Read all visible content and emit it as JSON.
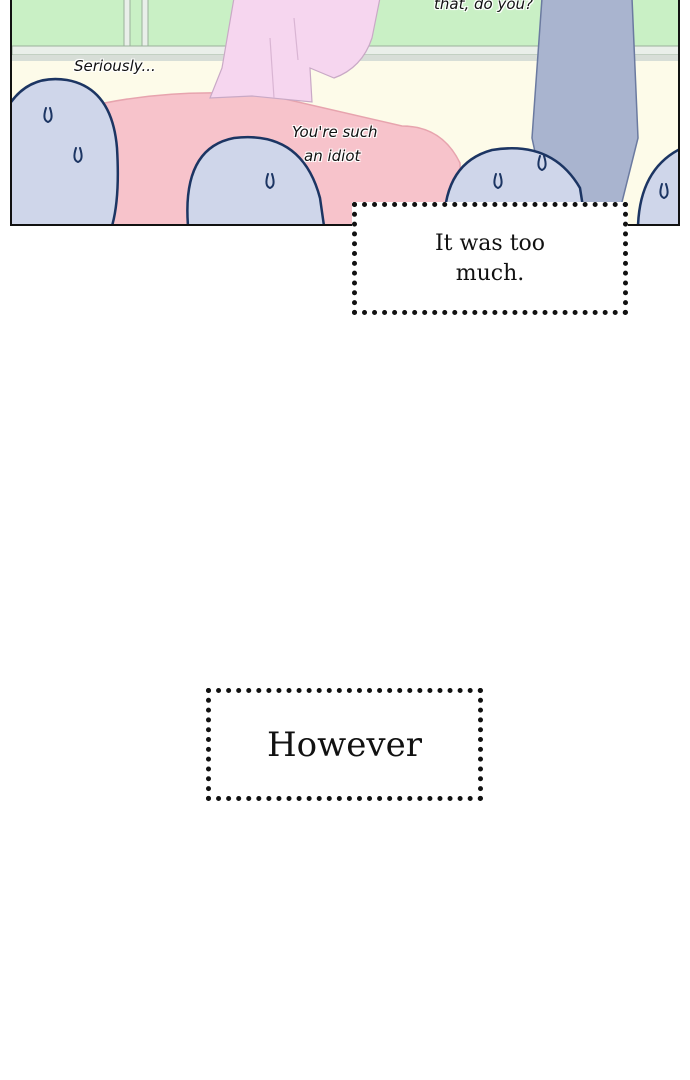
{
  "panel": {
    "sfx": {
      "top_right": "that, do you?",
      "seriously": "Seriously...",
      "idiot_line1": "You're such",
      "idiot_line2": "an idiot"
    }
  },
  "captions": [
    {
      "line1": "It was too",
      "line2": "much."
    },
    {
      "text": "However"
    }
  ],
  "colors": {
    "window_green": "#c9f0c5",
    "wall_cream": "#fdfbe9",
    "couch_pink": "#f7c3cb",
    "crowd_blue": "#cfd6ea",
    "outline_navy": "#1c3563",
    "shirt_pink": "#f6d6ef",
    "figure_grey": "#a9b4cf"
  }
}
